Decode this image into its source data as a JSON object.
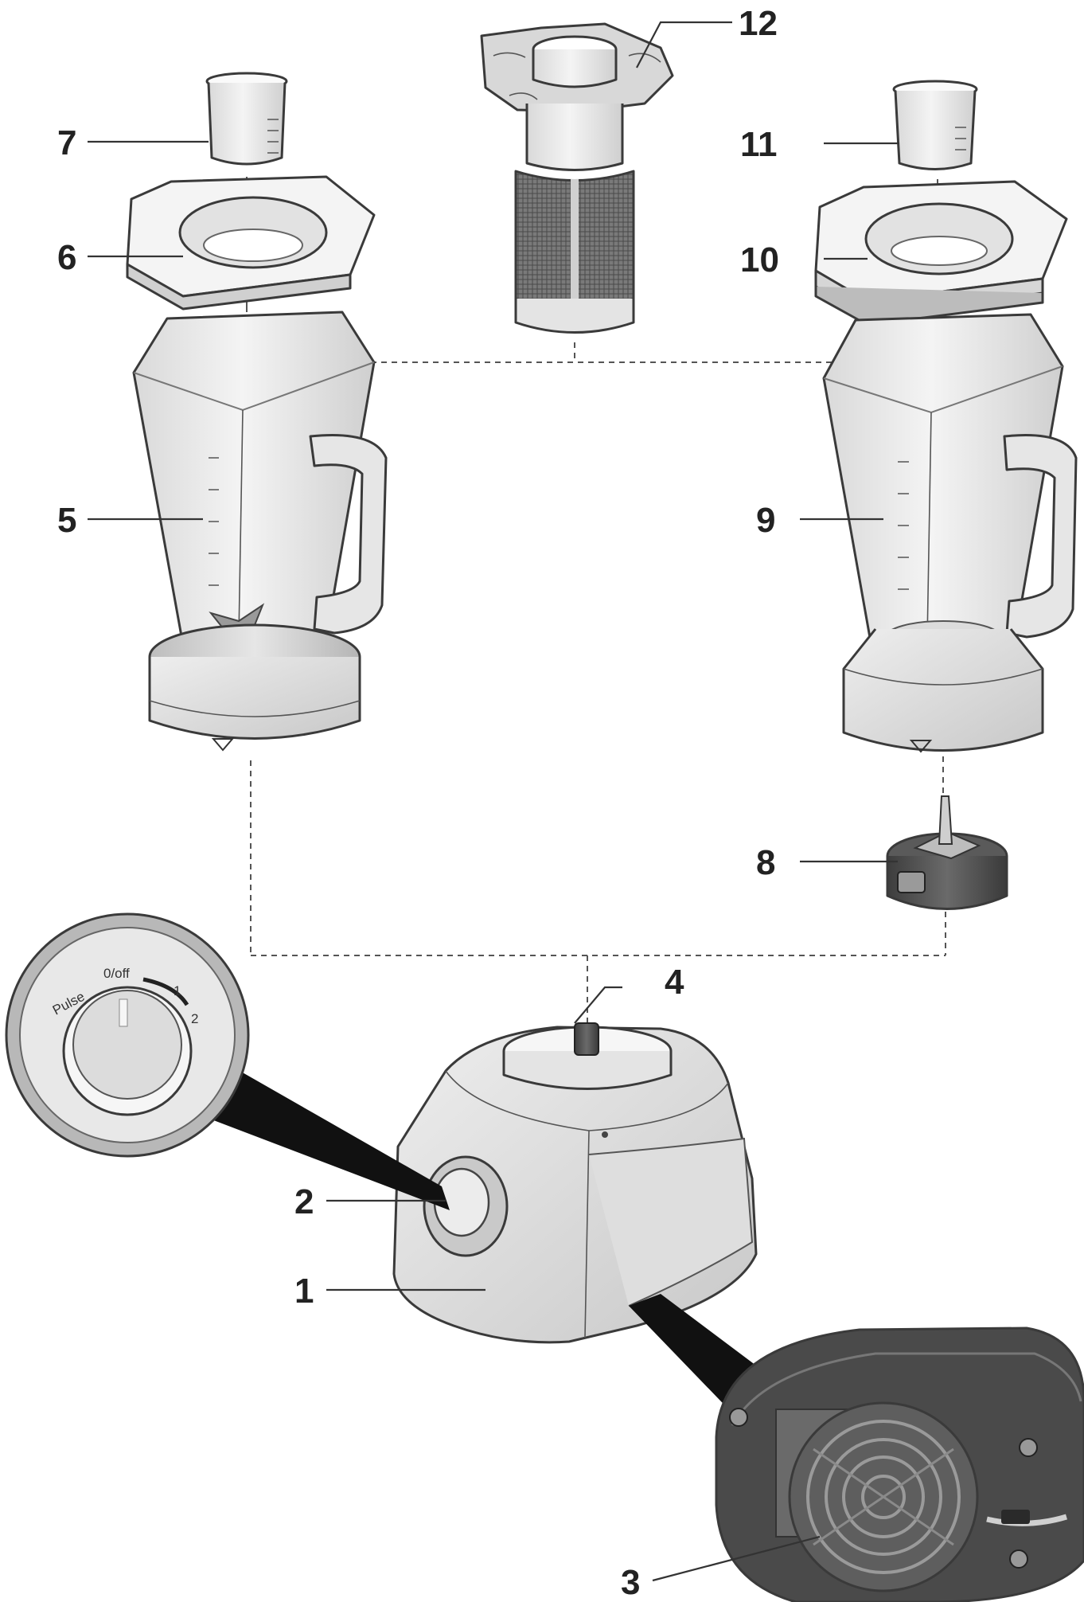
{
  "callouts": {
    "c1": "1",
    "c2": "2",
    "c3": "3",
    "c4": "4",
    "c5": "5",
    "c6": "6",
    "c7": "7",
    "c8": "8",
    "c9": "9",
    "c10": "10",
    "c11": "11",
    "c12": "12"
  },
  "dial": {
    "off_label": "0/off",
    "pulse_label": "Pulse",
    "speed1_label": "1",
    "speed2_label": "2"
  }
}
